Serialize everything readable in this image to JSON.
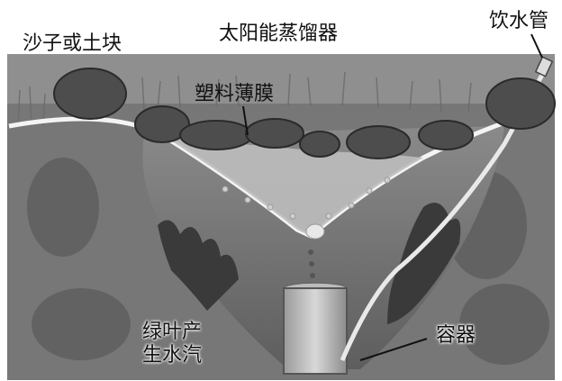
{
  "diagram": {
    "title": "太阳能蒸馏器",
    "labels": {
      "sand_rocks": "沙子或土块",
      "plastic_film": "塑料薄膜",
      "drinking_tube": "饮水管",
      "leaves_line1": "绿叶产",
      "leaves_line2": "生水汽",
      "container": "容器"
    }
  }
}
